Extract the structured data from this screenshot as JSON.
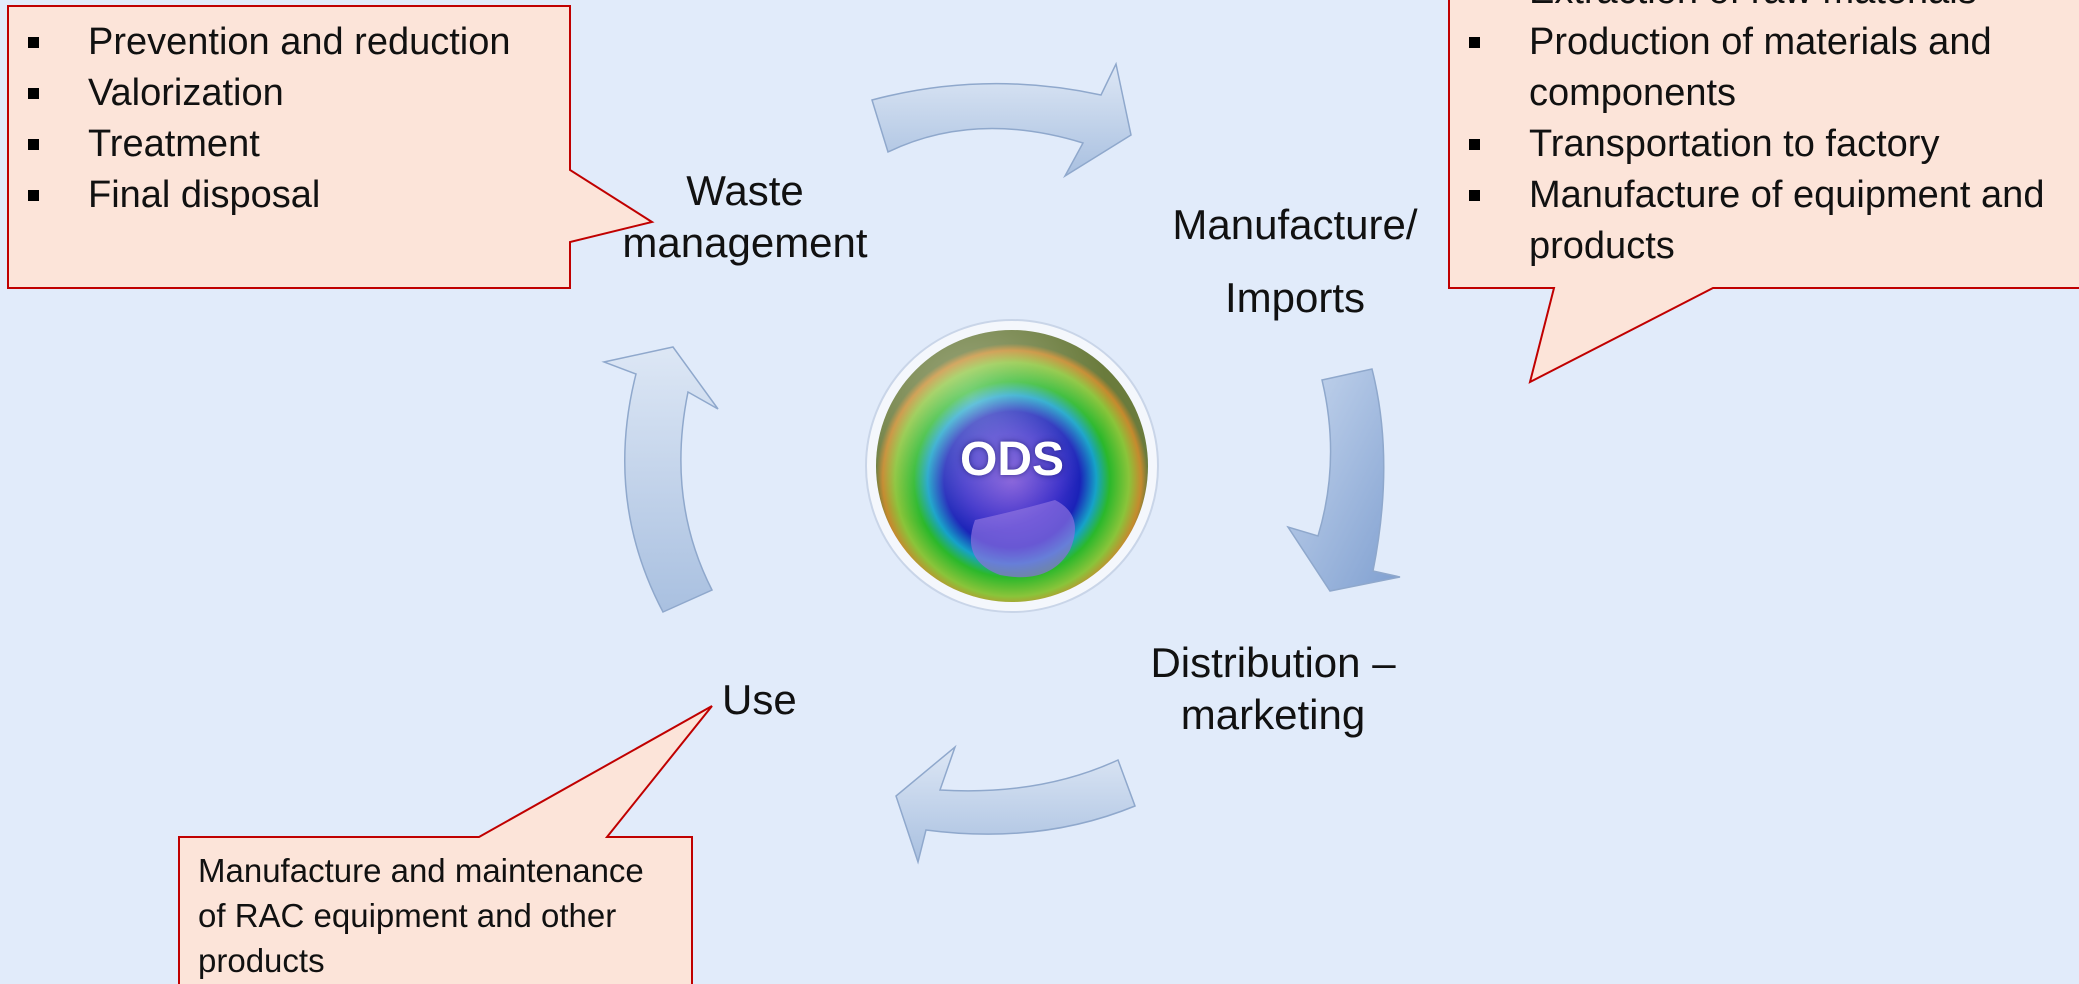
{
  "center": {
    "label": "ODS"
  },
  "stages": {
    "waste": {
      "line1": "Waste",
      "line2": "management"
    },
    "manufacture": {
      "line1": "Manufacture/",
      "line2": "Imports"
    },
    "distribution": {
      "line1": "Distribution –",
      "line2": "marketing"
    },
    "use": {
      "label": "Use"
    }
  },
  "callouts": {
    "waste": {
      "items": [
        "Prevention and reduction",
        "Valorization",
        "Treatment",
        "Final disposal"
      ]
    },
    "manufacture": {
      "items": [
        "Extraction of raw materials",
        "Production of materials and components",
        "Transportation to factory",
        "Manufacture of equipment and products"
      ]
    },
    "use": {
      "text": "Manufacture and maintenance of RAC equipment and other products"
    }
  },
  "colors": {
    "background": "#e1ebfa",
    "callout_fill": "#fce4d9",
    "callout_border": "#c00000",
    "arrow_fill": "#b7cbe6"
  }
}
